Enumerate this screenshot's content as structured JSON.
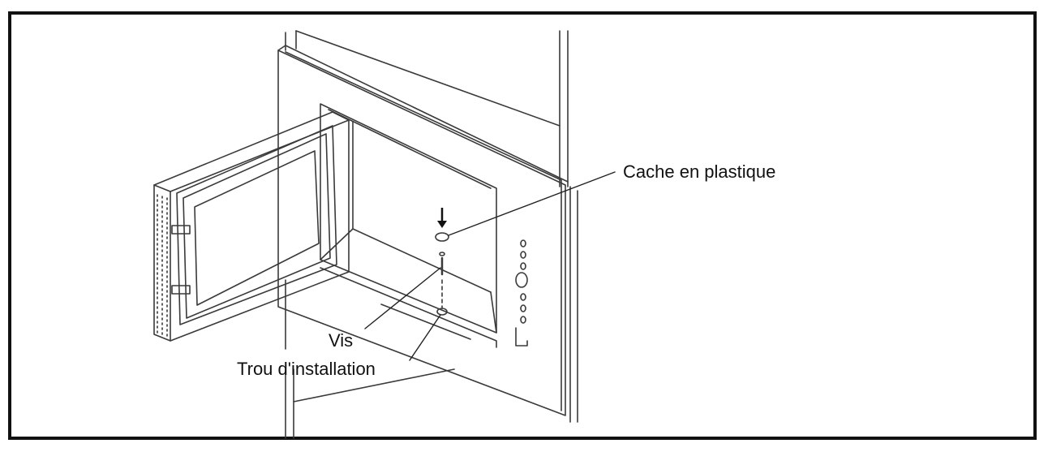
{
  "labels": {
    "plastic_cover": "Cache en plastique",
    "screw": "Vis",
    "installation_hole": "Trou d'installation"
  },
  "colors": {
    "line": "#3a3a3a",
    "frame": "#111111",
    "background": "#ffffff"
  },
  "icons": [
    "arrow-down-icon",
    "control-panel-button-icon",
    "control-dial-icon"
  ]
}
